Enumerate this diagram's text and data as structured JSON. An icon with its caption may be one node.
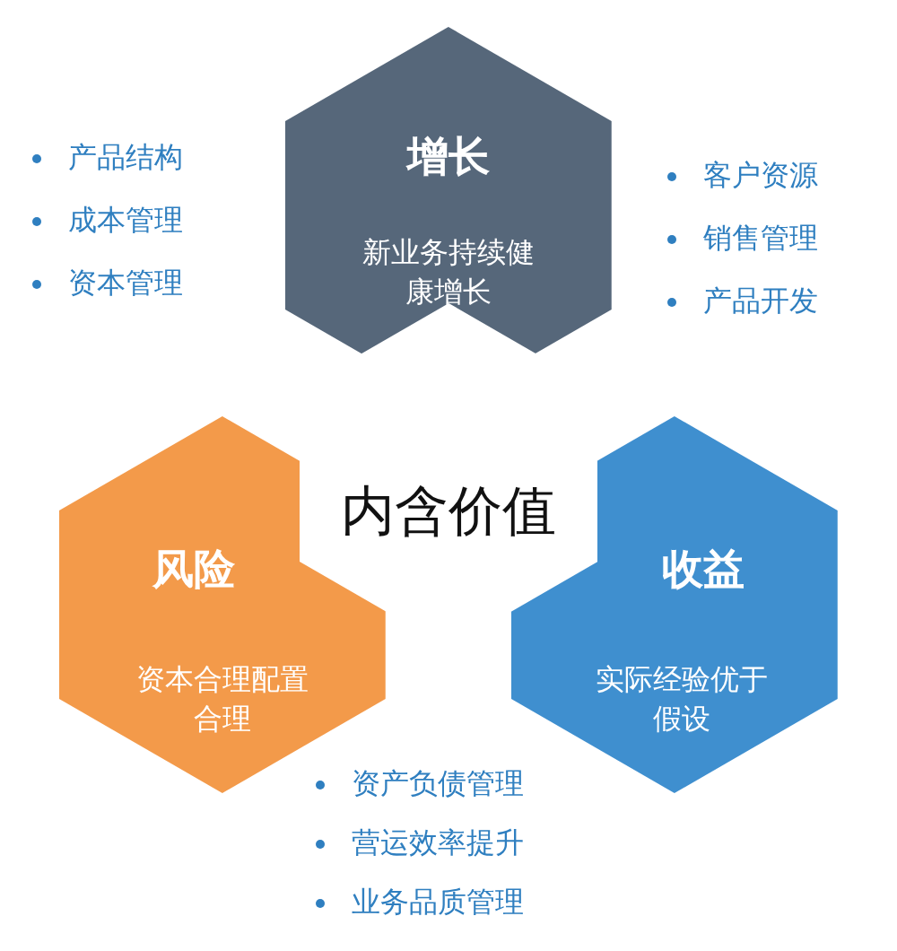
{
  "diagram": {
    "nodes": [
      {
        "text": [
          "增长",
          "新业务持续健康增长"
        ]
      },
      {
        "text": [
          "内含价值"
        ]
      },
      {
        "text": [
          "风险",
          "资本合理配置合理"
        ]
      },
      {
        "text": [
          "收益",
          "实际经验优于假设"
        ]
      }
    ],
    "labels": [
      "产品结构",
      "成本管理",
      "资本管理",
      "客户资源",
      "销售管理",
      "产品开发",
      "资产负债管理",
      "营运效率提升",
      "业务品质管理"
    ]
  }
}
